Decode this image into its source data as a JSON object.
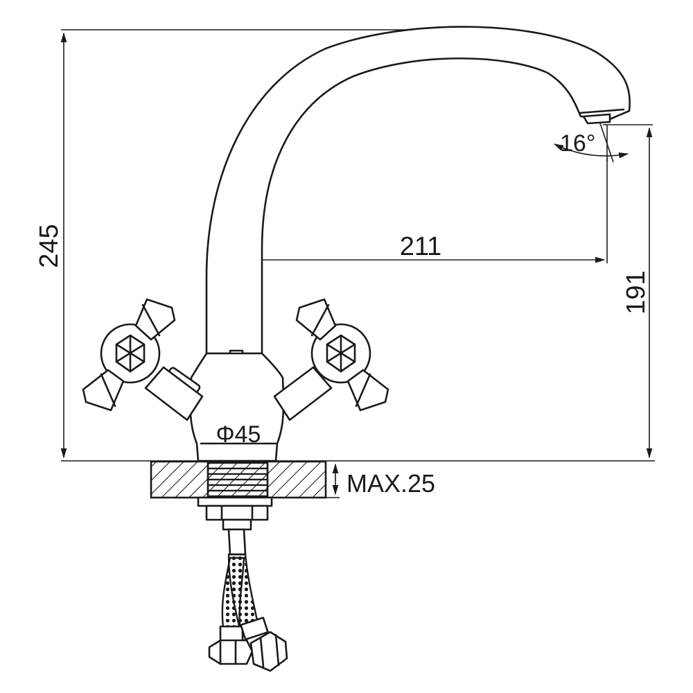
{
  "dimensions": {
    "height_total": "245",
    "spout_reach": "211",
    "spout_height": "191",
    "base_diameter": "Φ45",
    "spout_angle": "16°",
    "mount_thickness": "MAX.25"
  }
}
